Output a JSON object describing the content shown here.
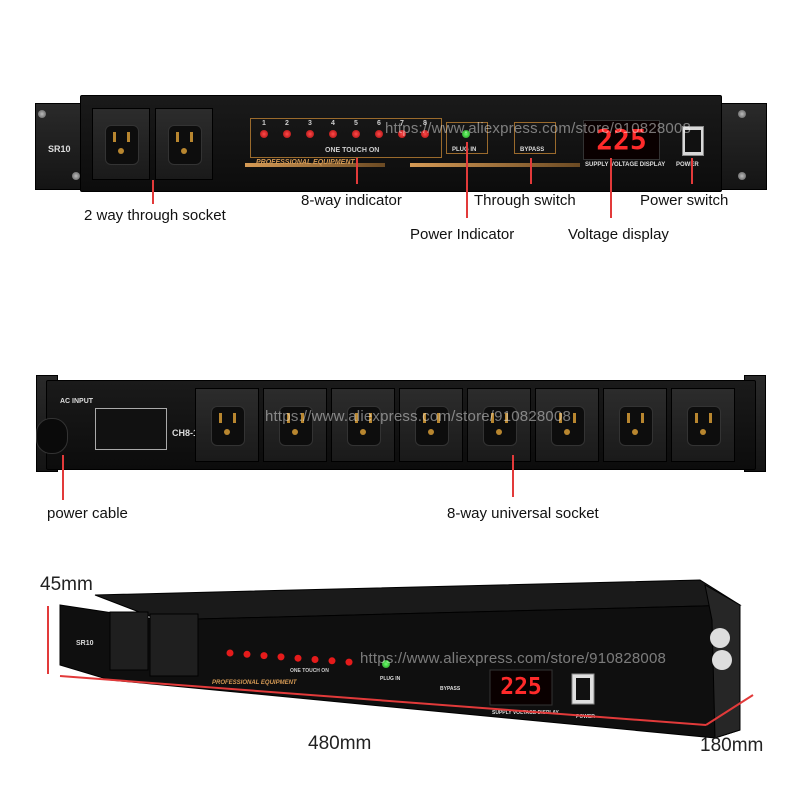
{
  "watermark": "https://www.aliexpress.com/store/910828008",
  "front_panel": {
    "model": "SR10",
    "led_numbers": [
      "1",
      "2",
      "3",
      "4",
      "5",
      "6",
      "7",
      "8"
    ],
    "one_touch_label": "ONE TOUCH ON",
    "professional_label": "PROFESSIONAL EQUIPMENT",
    "plug_in_label": "PLUG IN",
    "bypass_label": "BYPASS",
    "supply_label": "SUPPLY VOLTAGE DISPLAY",
    "power_label": "POWER",
    "voltage": "225"
  },
  "callouts_front": {
    "through_socket": "2 way through socket",
    "indicator_8way": "8-way indicator",
    "through_switch": "Through switch",
    "power_switch": "Power switch",
    "power_indicator": "Power Indicator",
    "voltage_display": "Voltage display"
  },
  "back_panel": {
    "ac_input": "AC INPUT",
    "model": "CH8-1"
  },
  "callouts_back": {
    "power_cable": "power cable",
    "universal_socket": "8-way universal socket"
  },
  "dimensions": {
    "height": "45mm",
    "width": "480mm",
    "depth": "180mm"
  },
  "perspective_panel": {
    "model": "SR10",
    "professional_label": "PROFESSIONAL EQUIPMENT",
    "one_touch_label": "ONE TOUCH ON",
    "plug_in_label": "PLUG IN",
    "bypass_label": "BYPASS",
    "supply_label": "SUPPLY VOLTAGE DISPLAY",
    "power_label": "POWER",
    "voltage": "225"
  },
  "colors": {
    "accent_line": "#e23a3a",
    "panel_gold": "#d59a55",
    "led_red": "#ff2a2a",
    "led_green": "#3cd83c"
  }
}
